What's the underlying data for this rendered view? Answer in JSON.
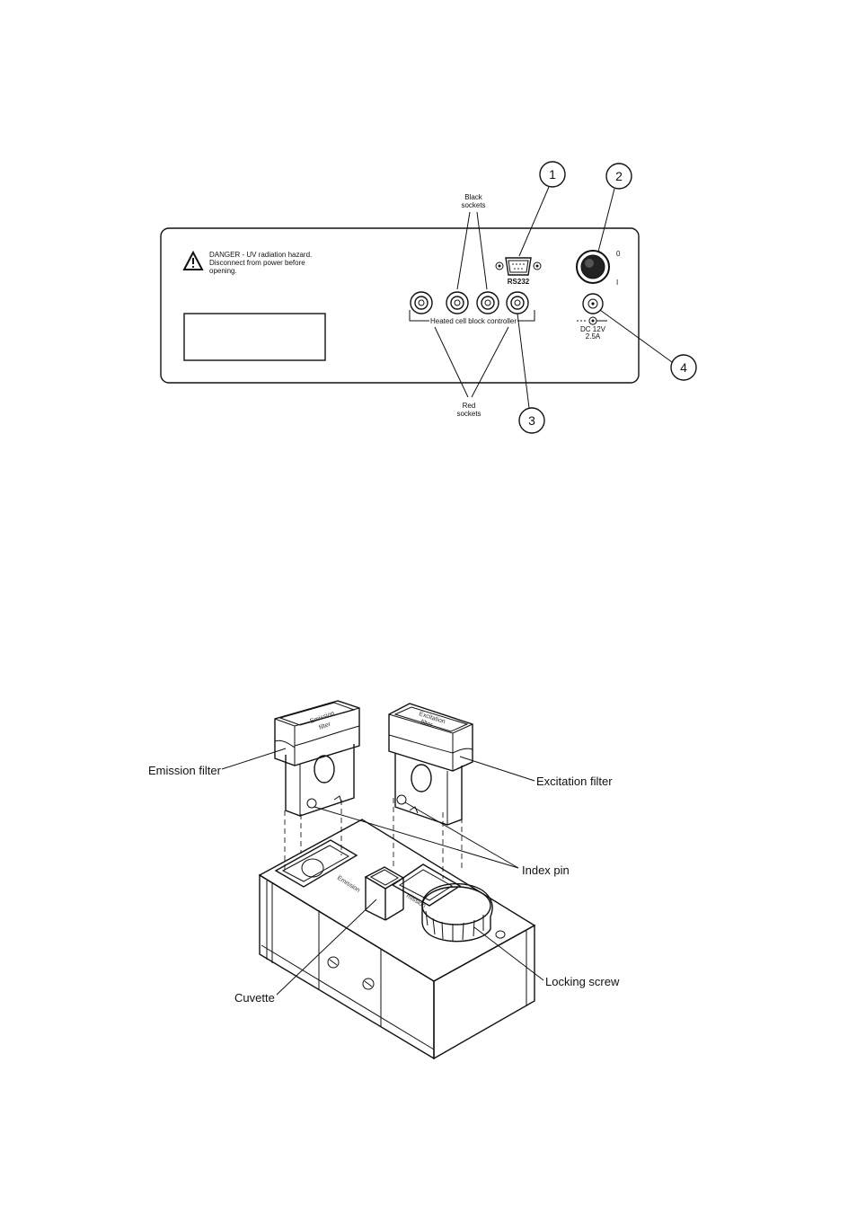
{
  "rear_panel": {
    "warning_line1": "DANGER - UV radiation hazard.",
    "warning_line2": "Disconnect from power before",
    "warning_line3": "opening.",
    "black_sockets_1": "Black",
    "black_sockets_2": "sockets",
    "red_sockets_1": "Red",
    "red_sockets_2": "sockets",
    "rs232_label": "RS232",
    "heated_block_label": "Heated cell block controller",
    "switch_off": "0",
    "switch_on": "I",
    "dc_line1": "DC 12V",
    "dc_line2": "2.5A",
    "callouts": [
      "1",
      "2",
      "3",
      "4"
    ]
  },
  "filter_diagram": {
    "emission_filter": "Emission filter",
    "excitation_filter": "Excitation filter",
    "index_pin": "Index pin",
    "cuvette": "Cuvette",
    "locking_screw": "Locking screw",
    "emission_engraved": "Emission",
    "excitation_engraved": "Excitation",
    "emission_cap_1": "Emission",
    "emission_cap_2": "filter",
    "excitation_cap_1": "Excitation",
    "excitation_cap_2": "filter",
    "block_engraved_short": "mission"
  }
}
